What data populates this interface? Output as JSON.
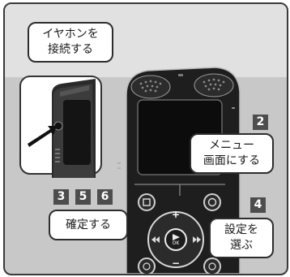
{
  "callouts": {
    "connect_earphones": [
      "イヤホンを",
      "接続する"
    ],
    "menu_screen": [
      "メニュー",
      "画面にする"
    ],
    "confirm": "確定する",
    "select_setting": [
      "設定を",
      "選ぶ"
    ]
  },
  "steps": {
    "menu": "2",
    "confirm": [
      "3",
      "5",
      "6"
    ],
    "select": "4"
  },
  "device": {
    "ok_label": "OK",
    "plus_label": "+",
    "minus_label": "−"
  },
  "colors": {
    "background": "#c8c8c8",
    "step_badge": "#4d4d4d",
    "device_body": "#202020"
  }
}
